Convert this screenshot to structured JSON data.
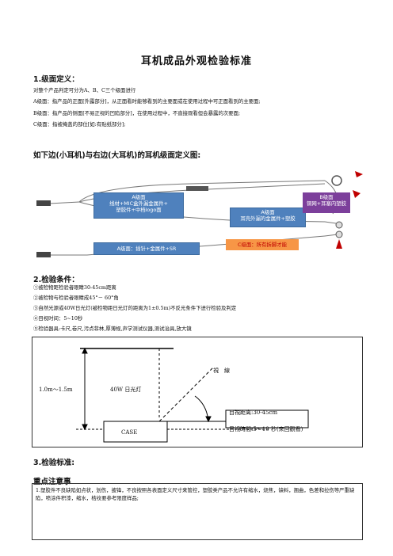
{
  "title": "耳机成品外观检验标准",
  "section1": {
    "heading": "1.级面定义：",
    "lines": [
      "对整个产品判定可分为A、B、C三个级面进行",
      "A级面：指产品的正面[外露部分]，从正面看时能够看到的主要面或在使用过程中可正面看到的主要面;",
      "B级面：指产品的侧面[不易正视的凹陷部分]，在使用过程中，不直接观看但会暴露的次要面;",
      "C级面：指被掩盖的部位[如:有贴纸部分];"
    ]
  },
  "diagram1": {
    "heading": "如下边(小耳机)与右边(大耳机)的耳机级面定义图:",
    "box_a1": [
      "A级面",
      "线材+MIC盒外漏金属件+",
      "塑胶件+中档logo面"
    ],
    "box_a2": [
      "A级面",
      "耳壳外漏的金属件+塑胶"
    ],
    "box_b": [
      "B级面",
      "铜网+耳塞内塑胶"
    ],
    "box_a3": "A级面：插针+金属件+SR",
    "box_c": "C级面：所有拆脚才能"
  },
  "section2": {
    "heading": "2.检验条件：",
    "lines": [
      "①被检物距检验者眼睛30-45cm距离",
      "②被检物与检验者眼睛成45°－ 60°角",
      "③自然光源或40W日光灯(被检物距日光灯的距离为1±0.5m)不反光条件下进行检验及判定",
      "④目视时间：5~10秒",
      "⑤检验器具:卡尺,卷尺,污点菲林,厚薄规,声学测试仪器,测试治具,放大镜"
    ]
  },
  "diagram2": {
    "height_label": "1.0m～1.5m",
    "lamp_label": "40W 日光灯",
    "sight_label": "視　線",
    "distance_label": "目視距离:30-45cm",
    "time_label": "目視時間:5～10 秒(來回觀看)",
    "case_label": "CASE"
  },
  "section3": {
    "heading": "3.检验标准:",
    "subheading": "重点注意事",
    "note": "1.塑胶件不良缺陷如点状，划伤，披锋，不良按照各表面定义尺寸来管控，塑胶类产品不允许有缩水，烧焦，缺料，翘曲，色差和拉伤等严重缺陷，喷涂件积漆，缩水，桔纹要参考限度样品;"
  }
}
